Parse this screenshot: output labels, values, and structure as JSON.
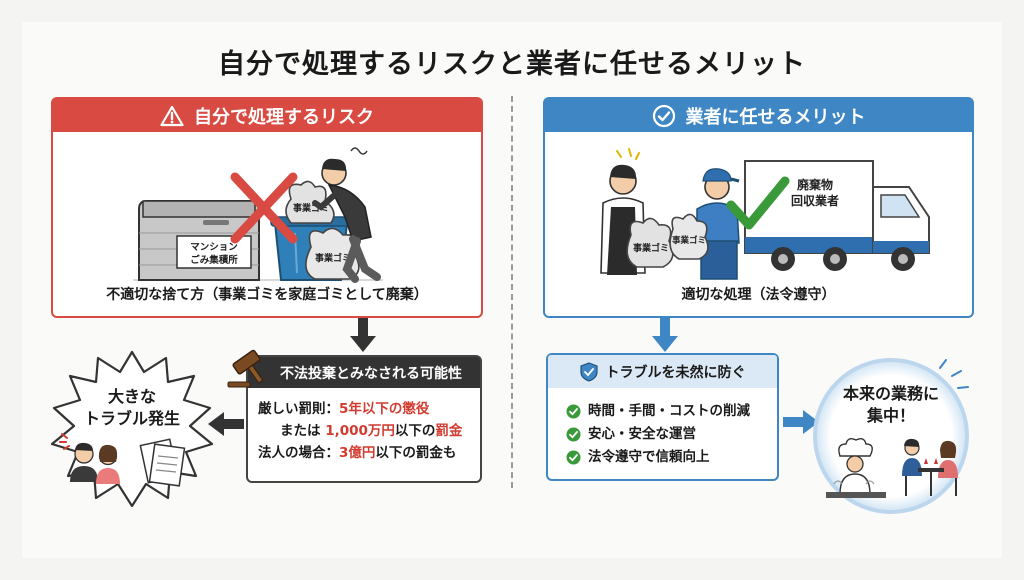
{
  "title": "自分で処理するリスクと業者に任せるメリット",
  "left_panel": {
    "header": "自分で処理するリスク",
    "sign_label": "マンション ごみ集積所",
    "bag_label": "事業ゴミ",
    "caption": "不適切な捨て方（事業ゴミを家庭ゴミとして廃棄）"
  },
  "right_panel": {
    "header": "業者に任せるメリット",
    "truck_label": "廃棄物 回収業者",
    "bag_label": "事業ゴミ",
    "caption": "適切な処理（法令遵守）"
  },
  "penalty_box": {
    "header": "不法投棄とみなされる可能性",
    "line1_prefix": "厳しい罰則：",
    "line1_value": "5年以下の懲役",
    "line2_prefix": "または ",
    "line2_value": "1,000万円",
    "line2_mid": "以下の",
    "line2_value2": "罰金",
    "line3_prefix": "法人の場合：",
    "line3_value": "3億円",
    "line3_suffix": "以下の罰金も"
  },
  "trouble_burst": {
    "line1": "大きな",
    "line2": "トラブル発生"
  },
  "prevent_box": {
    "header": "トラブルを未然に防ぐ",
    "items": [
      "時間・手間・コストの削減",
      "安心・安全な運営",
      "法令遵守で信頼向上"
    ]
  },
  "focus_circle": {
    "line1": "本来の業務に",
    "line2": "集中！"
  },
  "colors": {
    "risk_red": "#d94a43",
    "merit_blue": "#3f87c4",
    "check_green": "#3a9a3a",
    "penalty_red": "#d23b2f"
  }
}
